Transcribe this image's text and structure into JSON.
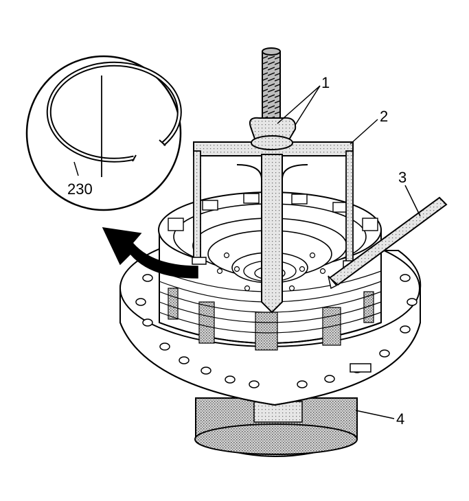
{
  "callouts": {
    "c1": "1",
    "c2": "2",
    "c3": "3",
    "c4": "4",
    "c230": "230"
  },
  "colors": {
    "line": "#000000",
    "shade": "#b8b8b8",
    "background": "#ffffff"
  }
}
